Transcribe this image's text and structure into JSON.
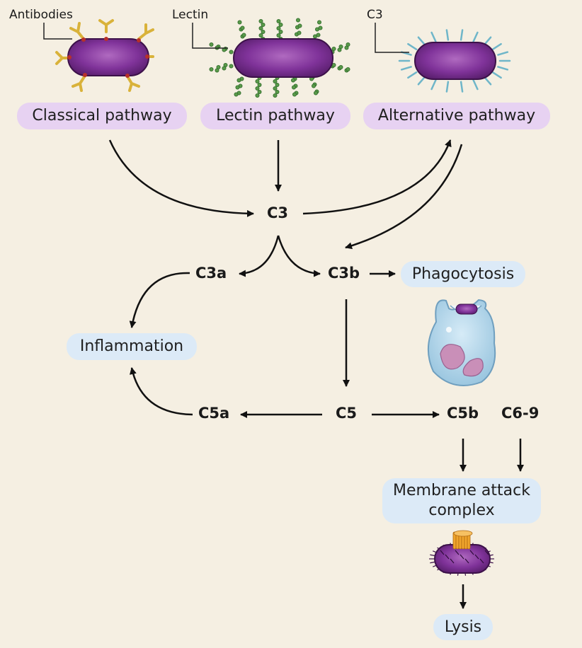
{
  "callouts": {
    "antibodies": "Antibodies",
    "lectin": "Lectin",
    "c3": "C3"
  },
  "pathways": {
    "classical": "Classical pathway",
    "lectin": "Lectin pathway",
    "alternative": "Alternative pathway"
  },
  "nodes": {
    "c3": "C3",
    "c3a": "C3a",
    "c3b": "C3b",
    "c5": "C5",
    "c5a": "C5a",
    "c5b": "C5b",
    "c6_9": "C6-9"
  },
  "outcomes": {
    "phagocytosis": "Phagocytosis",
    "inflammation": "Inflammation",
    "mac_line1": "Membrane attack",
    "mac_line2": "complex",
    "lysis": "Lysis"
  },
  "colors": {
    "background": "#f5efe2",
    "pathway_label_bg": "#e7d2f2",
    "outcome_label_bg": "#dceaf7",
    "bacterium": "#7a2f8f",
    "antibody": "#d9b23a",
    "lectin": "#5a9a4a",
    "c3_spike": "#6fb6c9",
    "arrow": "#111111"
  }
}
